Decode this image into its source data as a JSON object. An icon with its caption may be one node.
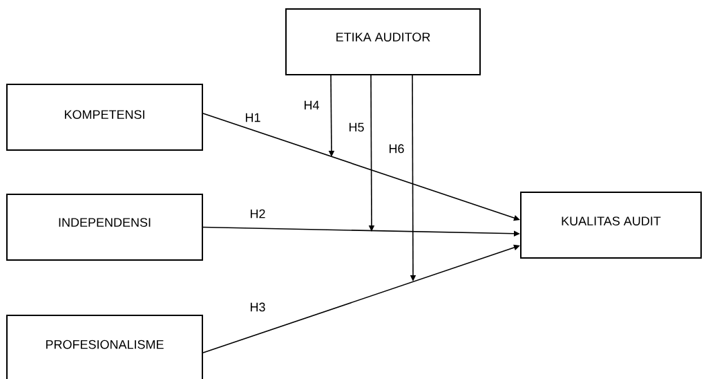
{
  "diagram": {
    "nodes": [
      {
        "text": [
          "ETIKA AUDITOR"
        ]
      },
      {
        "text": [
          "KOMPETENSI"
        ]
      },
      {
        "text": [
          "INDEPENDENSI"
        ]
      },
      {
        "text": [
          "KUALITAS AUDIT"
        ]
      },
      {
        "text": [
          "PROFESIONALISME"
        ]
      }
    ],
    "edges": [
      {
        "from": 1,
        "to": 3,
        "arrow": "to",
        "label": "H1"
      },
      {
        "from": 2,
        "to": 3,
        "arrow": "to",
        "label": "H2"
      },
      {
        "from": 4,
        "to": 3,
        "arrow": "to",
        "label": "H3"
      },
      {
        "from": 0,
        "to": null,
        "arrow": "to",
        "label": "H4"
      },
      {
        "from": 0,
        "to": null,
        "arrow": "to",
        "label": "H5"
      },
      {
        "from": 0,
        "to": null,
        "arrow": "to",
        "label": "H6"
      }
    ]
  }
}
